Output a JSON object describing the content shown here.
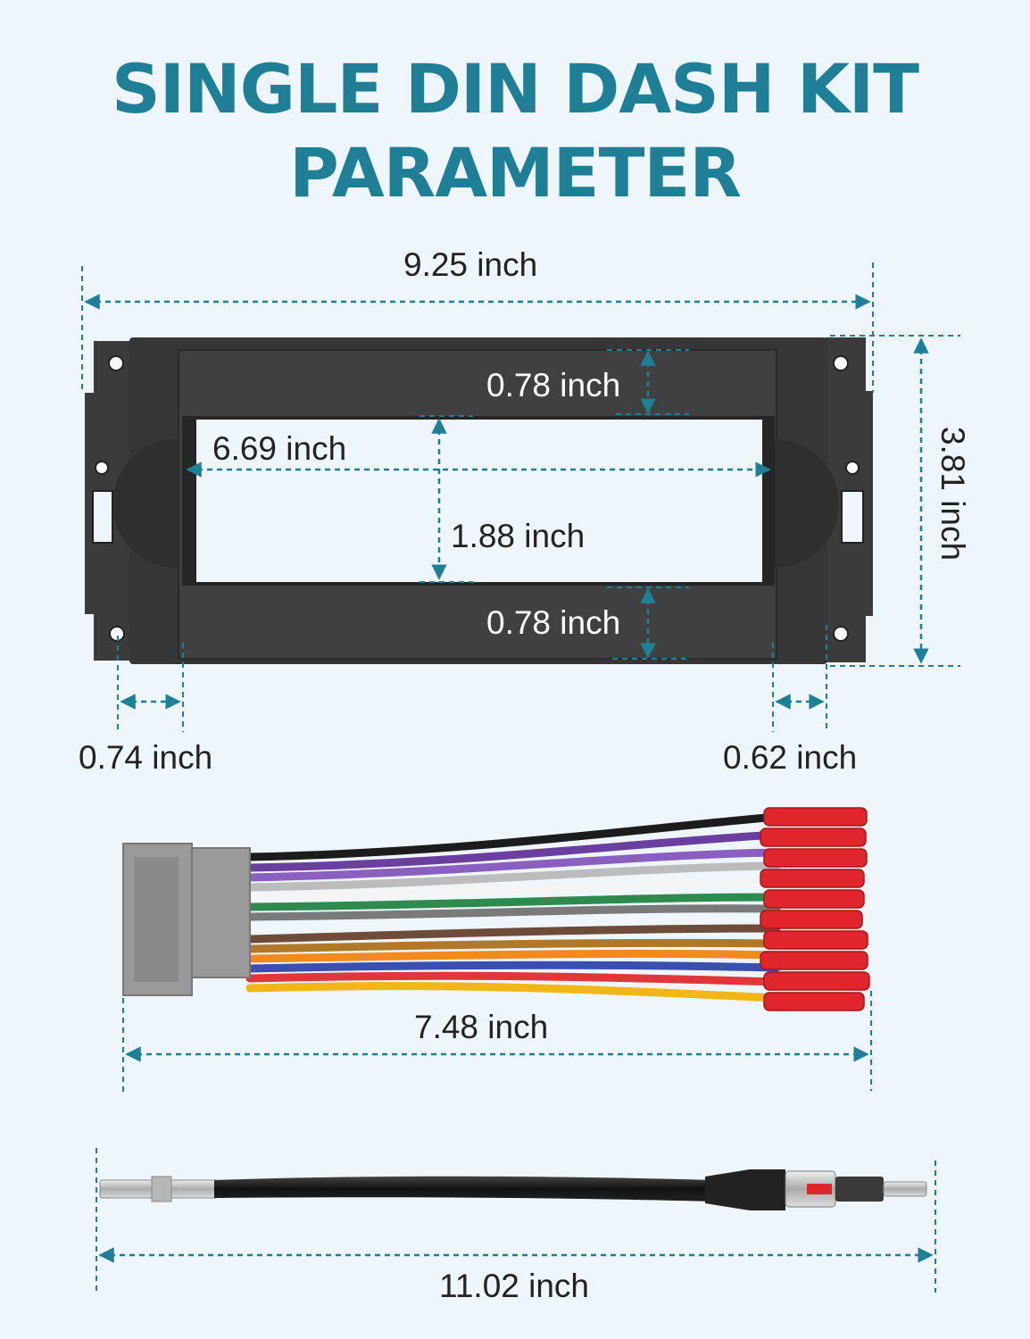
{
  "title": {
    "line1": "SINGLE DIN DASH KIT",
    "line2": "PARAMETER"
  },
  "colors": {
    "accent": "#1f7f96",
    "background": "#eef6fb",
    "dash_kit": "#3a3a3a",
    "connector": "#9a9a9a",
    "terminal": "#e0262c"
  },
  "dash_kit": {
    "width": "9.25 inch",
    "height": "3.81 inch",
    "top_border": "0.78 inch",
    "bottom_border": "0.78 inch",
    "opening_width": "6.69 inch",
    "opening_height": "1.88 inch",
    "left_flange": "0.74 inch",
    "right_flange": "0.62 inch"
  },
  "wiring_harness": {
    "length": "7.48 inch"
  },
  "antenna_adapter": {
    "length": "11.02 inch"
  }
}
